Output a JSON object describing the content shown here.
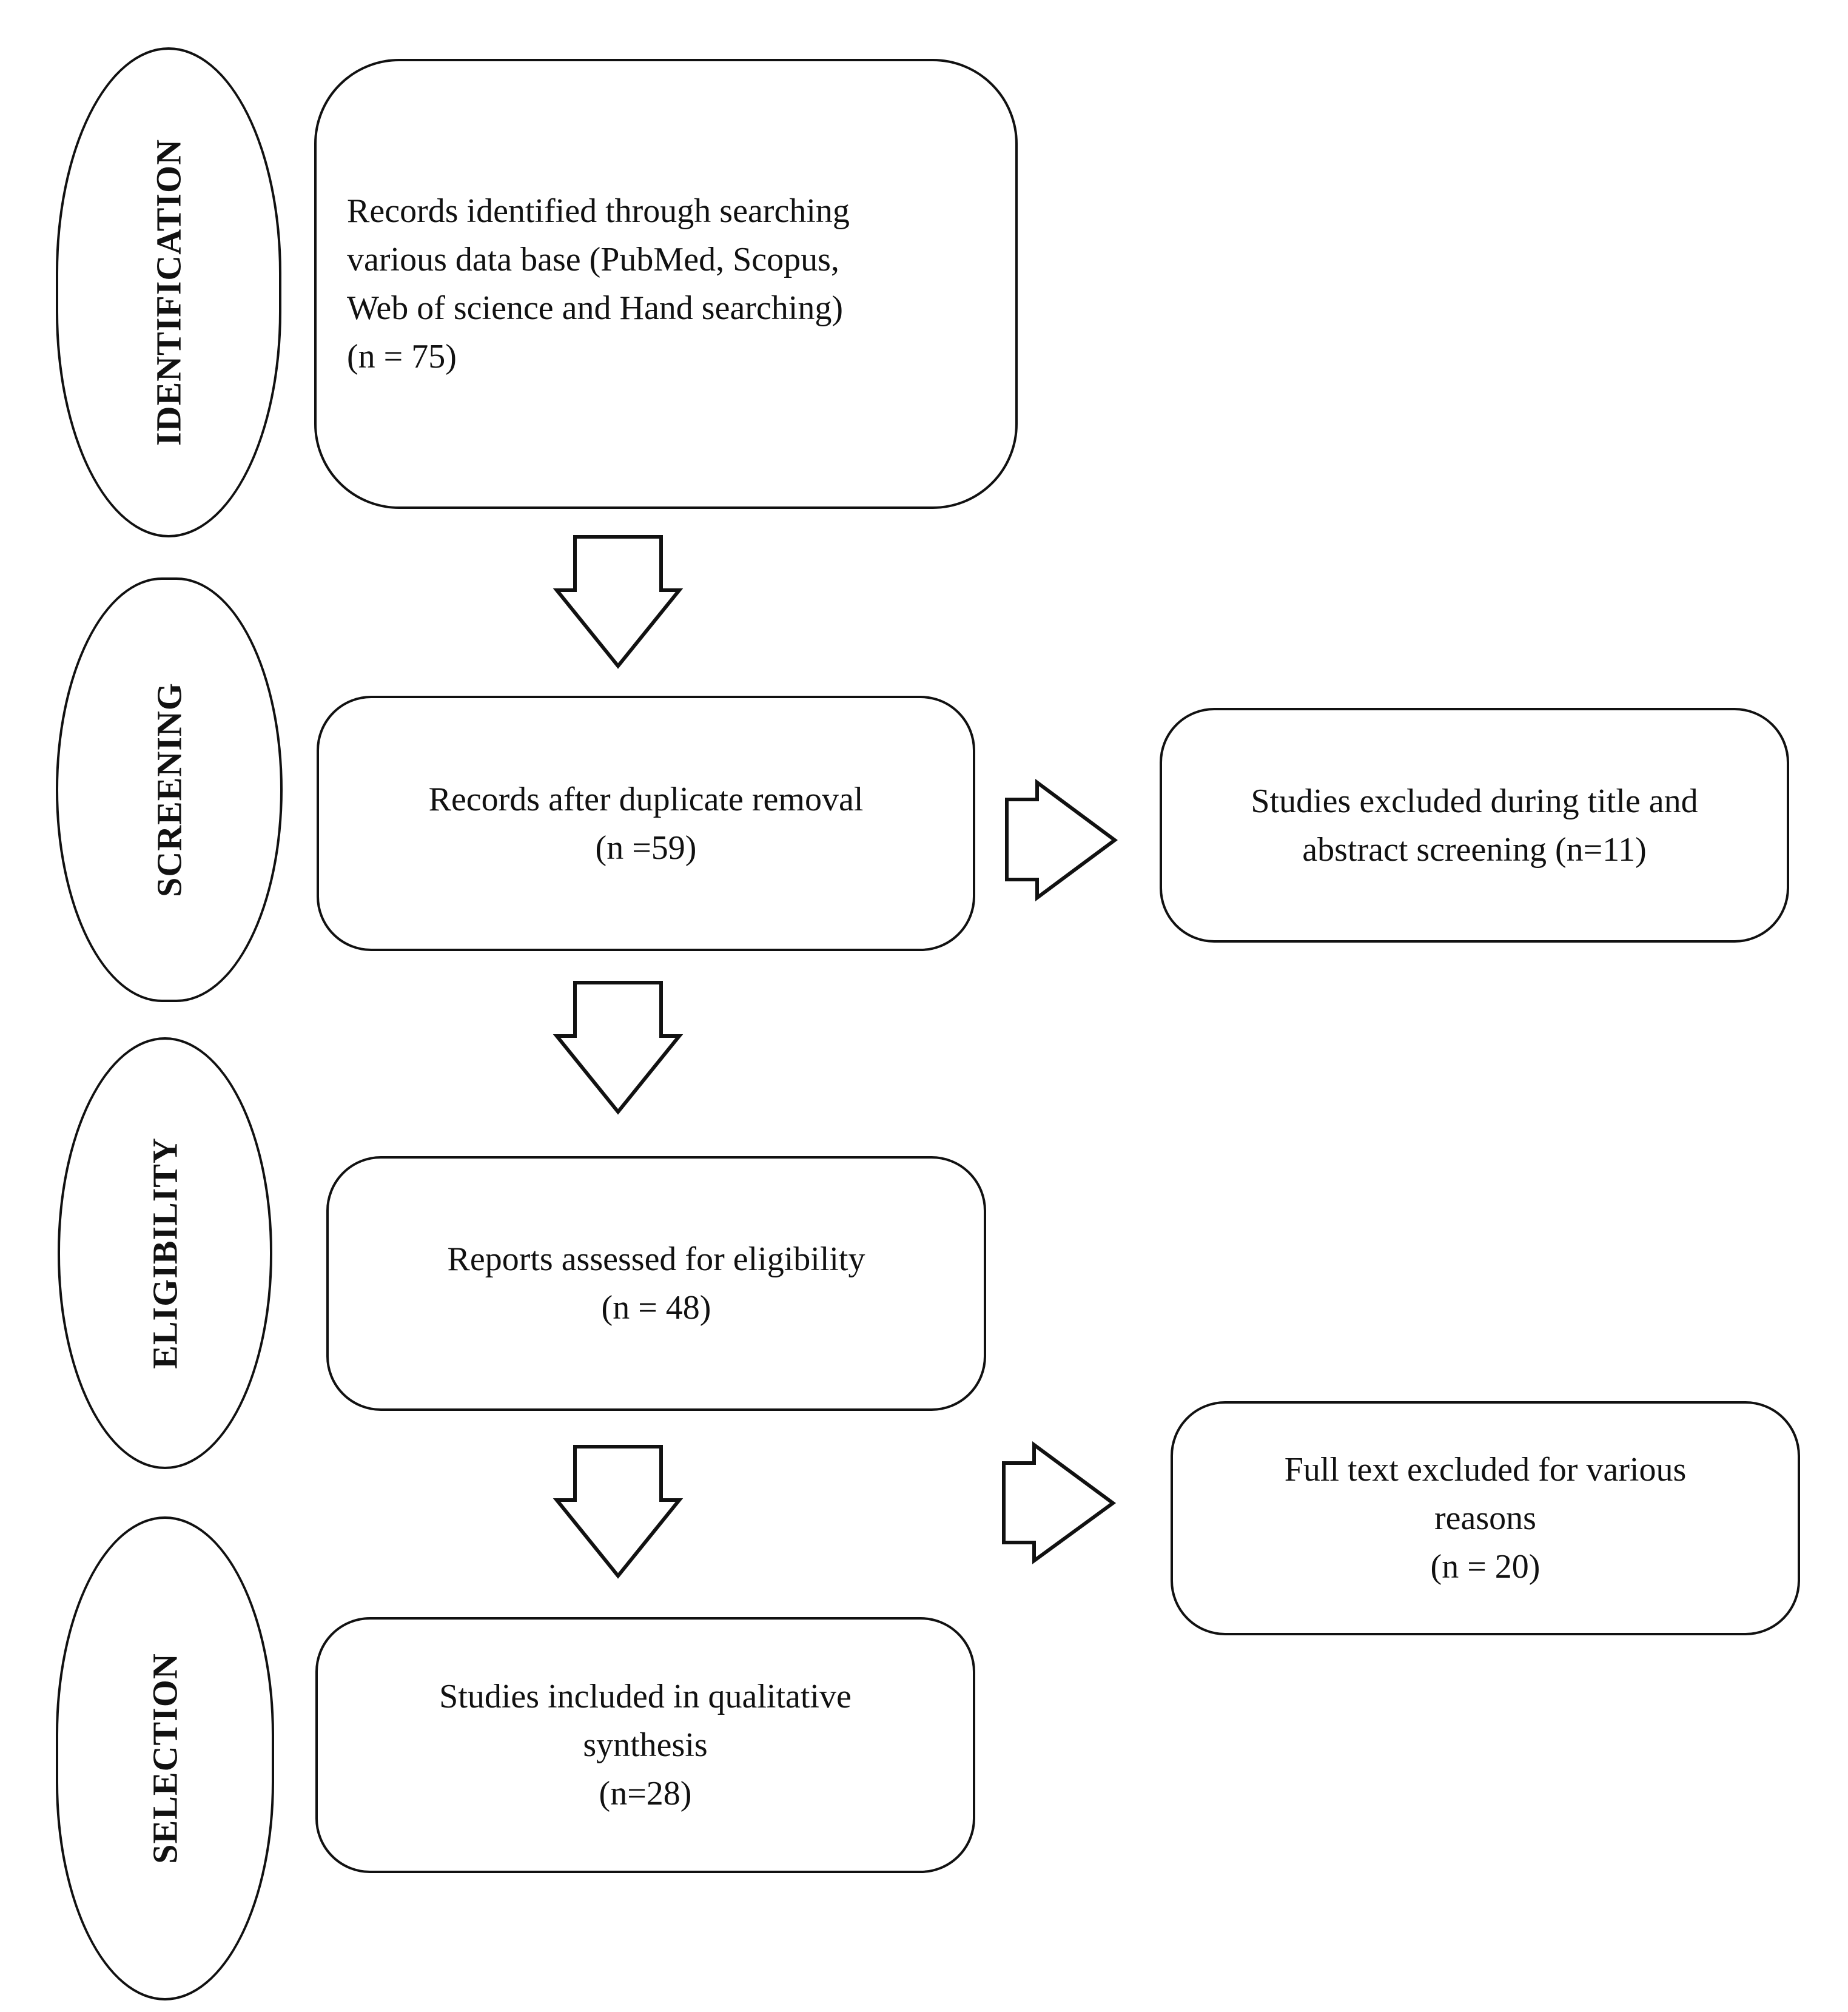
{
  "stages": {
    "identification": "IDENTIFICATION",
    "screening": "SCREENING",
    "eligibility": "ELIGIBILITY",
    "selection": "SELECTION"
  },
  "boxes": {
    "identified": {
      "lines": [
        "Records identified through searching",
        "various data base (PubMed, Scopus,",
        "Web of science and Hand searching)",
        "(n = 75)"
      ]
    },
    "after_duplicates": {
      "lines": [
        "Records after duplicate removal",
        "(n =59)"
      ]
    },
    "excluded_screening": {
      "lines": [
        "Studies excluded during title and",
        "abstract screening (n=11)"
      ]
    },
    "assessed_eligibility": {
      "lines": [
        "Reports assessed for eligibility",
        "(n = 48)"
      ]
    },
    "excluded_fulltext": {
      "lines": [
        "Full text excluded for various",
        "reasons",
        "(n = 20)"
      ]
    },
    "included": {
      "lines": [
        "Studies included in qualitative",
        "synthesis",
        "(n=28)"
      ]
    }
  }
}
